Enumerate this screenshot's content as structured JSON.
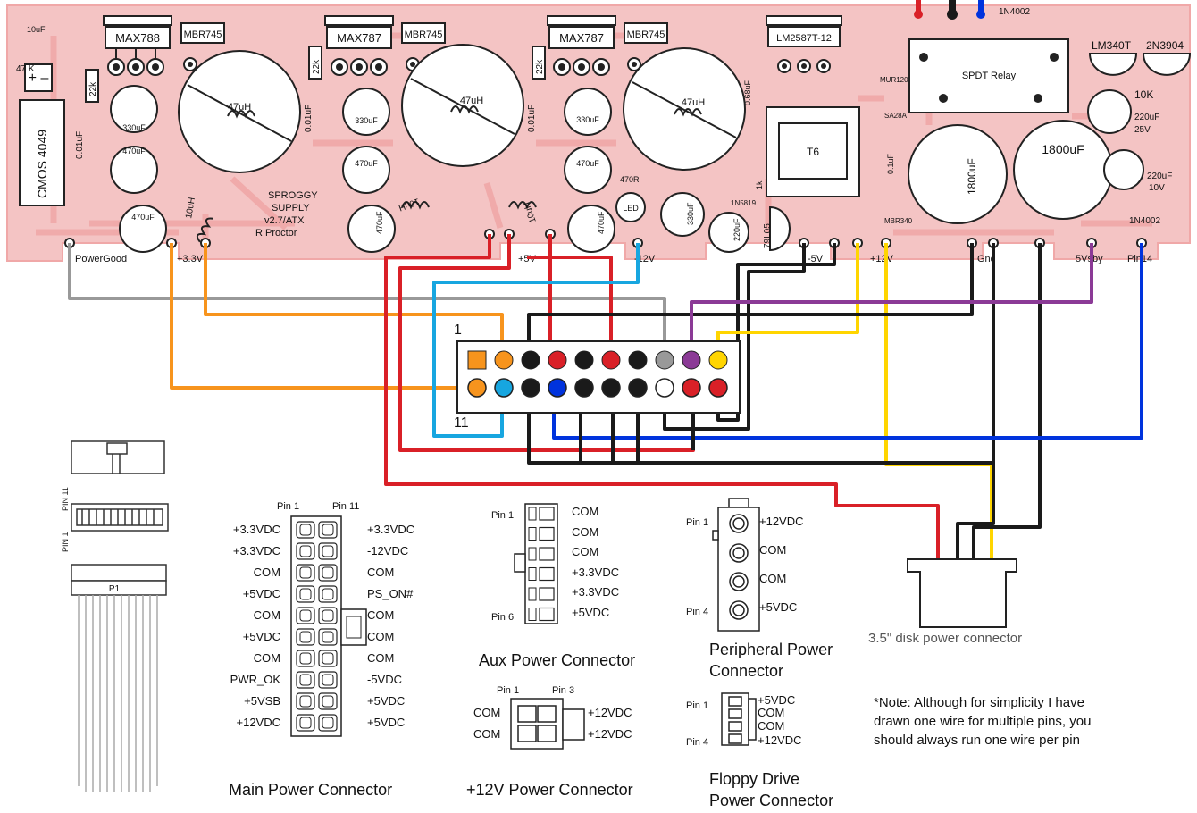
{
  "pcb": {
    "ics": [
      "MAX788",
      "MBR745",
      "MAX787",
      "MBR745",
      "MAX787",
      "MBR745",
      "LM2587T-12"
    ],
    "inductor_main": "47uH",
    "inductor_small": "10uH",
    "caps": {
      "c330": "330uF",
      "c470": "470uF",
      "c1800": "1800uF",
      "c220_25": "220uF",
      "v25": "25V",
      "c220_10": "220uF",
      "v10": "10V",
      "c001": "0.01uF",
      "c10u": "10uF",
      "c01": "0.1uF",
      "c068": "0.68uF"
    },
    "resistors": {
      "r22k": "22k",
      "r47k": "47 K",
      "r10k": "10K"
    },
    "cmos": "CMOS 4049",
    "relay": "SPDT Relay",
    "reg_lm340": "LM340T",
    "transistor": "2N3904",
    "diode_1n4002": "1N4002",
    "diode_1n5819": "1N5819",
    "diode_mur": "MUR120",
    "diode_sa28": "SA28A",
    "diode_mbr340": "MBR340",
    "transformer": "T6",
    "reg_79l05": "79L05",
    "credit_lines": [
      "SPROGGY",
      "SUPPLY",
      "v2.7/ATX",
      "R Proctor"
    ],
    "terminals": [
      "PowerGood",
      "+3.3V",
      "+5V",
      "-12V",
      "-5V",
      "+12V",
      "Gnd",
      "5Vsby",
      "Pin14"
    ],
    "misc": {
      "led": "LED",
      "r470": "470R",
      "r1k": "1k"
    }
  },
  "atx_header": {
    "pin1": "1",
    "pin11": "11"
  },
  "side_labels": {
    "pin11": "PIN 11",
    "pin1": "PIN 1",
    "p1": "P1"
  },
  "main_connector": {
    "title": "Main Power Connector",
    "pin1_label": "Pin 1",
    "pin11_label": "Pin 11",
    "left": [
      "+3.3VDC",
      "+3.3VDC",
      "COM",
      "+5VDC",
      "COM",
      "+5VDC",
      "COM",
      "PWR_OK",
      "+5VSB",
      "+12VDC"
    ],
    "right": [
      "+3.3VDC",
      "-12VDC",
      "COM",
      "PS_ON#",
      "COM",
      "COM",
      "COM",
      "-5VDC",
      "+5VDC",
      "+5VDC"
    ]
  },
  "aux_connector": {
    "title": "Aux Power Connector",
    "pin1_label": "Pin 1",
    "pin6_label": "Pin 6",
    "pins": [
      "COM",
      "COM",
      "COM",
      "+3.3VDC",
      "+3.3VDC",
      "+5VDC"
    ]
  },
  "p12v_connector": {
    "title": "+12V Power Connector",
    "pin1_label": "Pin 1",
    "pin3_label": "Pin 3",
    "left": [
      "COM",
      "COM"
    ],
    "right": [
      "+12VDC",
      "+12VDC"
    ]
  },
  "peripheral_connector": {
    "title_lines": [
      "Peripheral Power",
      "Connector"
    ],
    "pin1_label": "Pin 1",
    "pin4_label": "Pin 4",
    "pins": [
      "+12VDC",
      "COM",
      "COM",
      "+5VDC"
    ]
  },
  "floppy_connector": {
    "title_lines": [
      "Floppy Drive",
      "Power Connector"
    ],
    "pin1_label": "Pin 1",
    "pin4_label": "Pin 4",
    "pins": [
      "+5VDC",
      "COM",
      "COM",
      "+12VDC"
    ]
  },
  "disk_connector": {
    "title": "3.5\" disk power connector"
  },
  "note_lines": [
    "*Note: Although for simplicity I have",
    "drawn one wire for multiple pins, you",
    "should always run one wire per pin"
  ],
  "colors": {
    "pcb": "#f4c4c4",
    "pcb_trace": "#f0a8a8",
    "orange": "#f7941d",
    "red": "#d92027",
    "black": "#1a1a1a",
    "blue": "#0033dd",
    "cyan": "#17a6e0",
    "yellow": "#ffd500",
    "purple": "#8b3a96",
    "gray": "#999999"
  }
}
